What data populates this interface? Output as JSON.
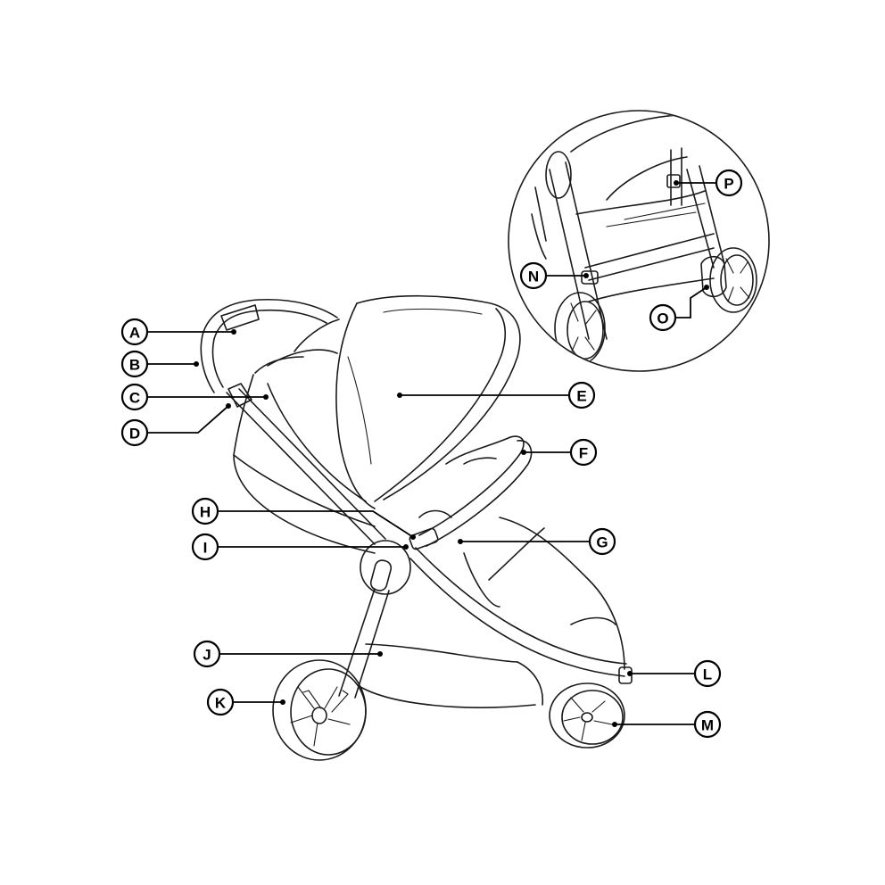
{
  "callouts": [
    {
      "id": "A",
      "text": "A"
    },
    {
      "id": "B",
      "text": "B"
    },
    {
      "id": "C",
      "text": "C"
    },
    {
      "id": "D",
      "text": "D"
    },
    {
      "id": "E",
      "text": "E"
    },
    {
      "id": "F",
      "text": "F"
    },
    {
      "id": "G",
      "text": "G"
    },
    {
      "id": "H",
      "text": "H"
    },
    {
      "id": "I",
      "text": "I"
    },
    {
      "id": "J",
      "text": "J"
    },
    {
      "id": "K",
      "text": "K"
    },
    {
      "id": "L",
      "text": "L"
    },
    {
      "id": "M",
      "text": "M"
    },
    {
      "id": "N",
      "text": "N"
    },
    {
      "id": "O",
      "text": "O"
    },
    {
      "id": "P",
      "text": "P"
    }
  ],
  "colors": {
    "line": "#1a1a1a",
    "background": "#ffffff"
  }
}
